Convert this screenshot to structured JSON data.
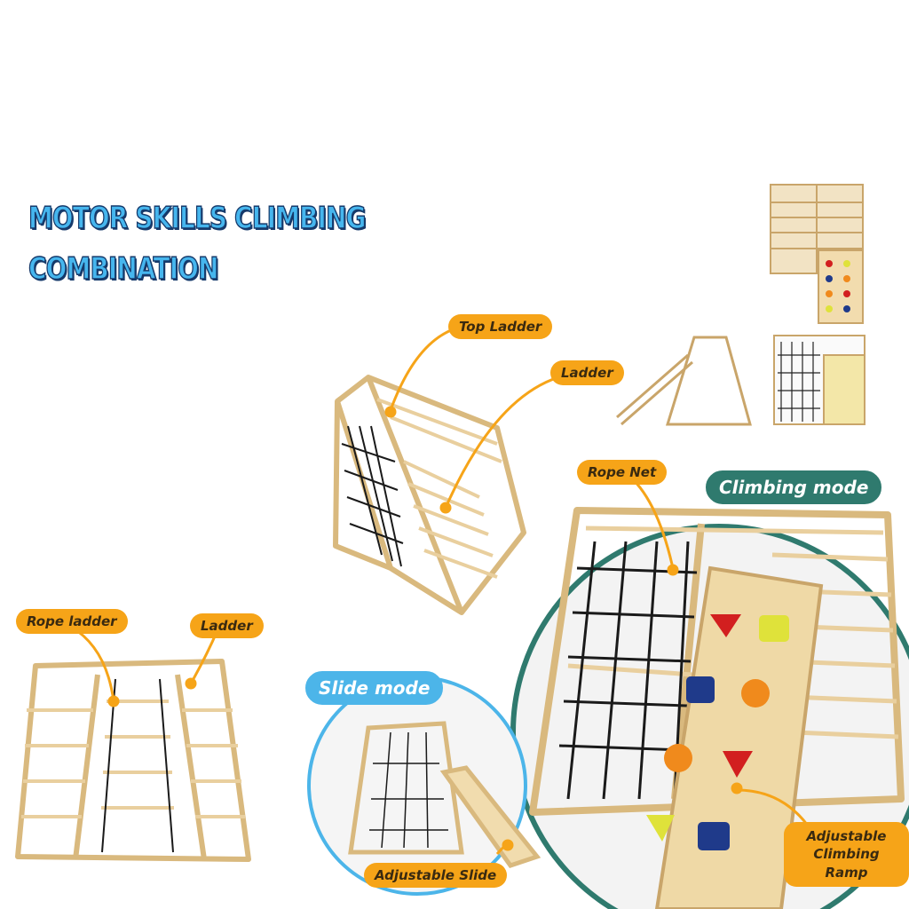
{
  "title": {
    "line1": "MOTOR SKILLS CLIMBING",
    "line2": "COMBINATION"
  },
  "labels": {
    "top_ladder": "Top Ladder",
    "ladder_upper": "Ladder",
    "rope_net": "Rope Net",
    "rope_ladder": "Rope ladder",
    "ladder_lower": "Ladder",
    "adjustable_slide": "Adjustable Slide",
    "ramp_line1": "Adjustable",
    "ramp_line2": "Climbing Ramp"
  },
  "modes": {
    "climbing": "Climbing mode",
    "slide": "Slide mode"
  },
  "colors": {
    "wood": "#e9cf9e",
    "wood_dark": "#c9a56a",
    "rope": "#1a1a1a",
    "tag": "#f6a418",
    "climb_ring": "#2f7a6e",
    "slide_ring": "#4cb5e9",
    "title": "#46b6ee",
    "hold_red": "#d21f1f",
    "hold_yellow": "#dfe23a",
    "hold_blue": "#1f3a8a",
    "hold_orange": "#f08a1c"
  }
}
